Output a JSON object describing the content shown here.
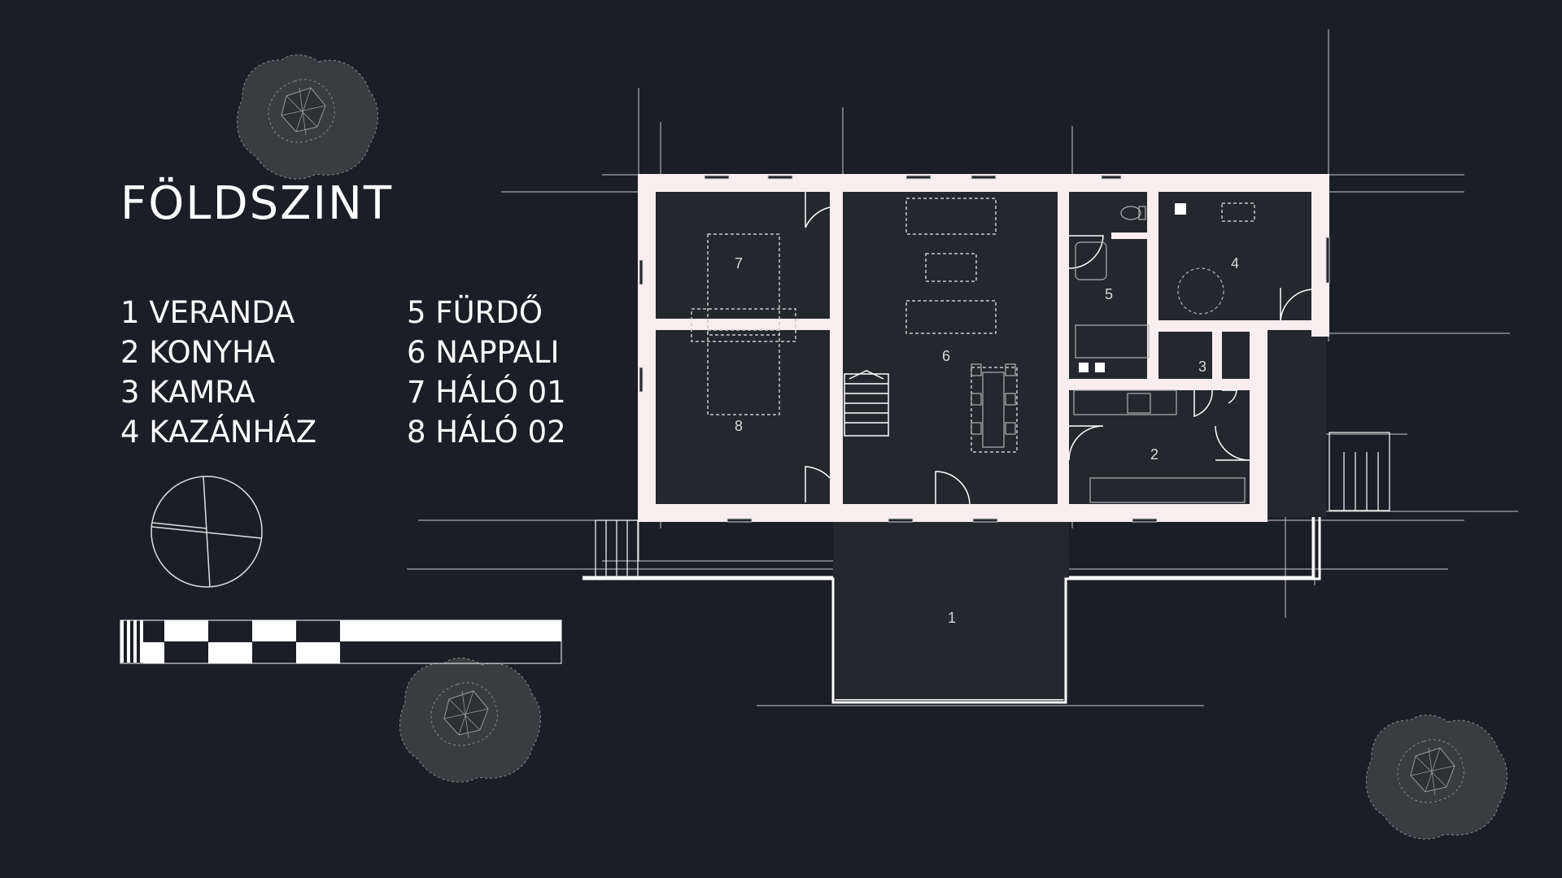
{
  "title": "FÖLDSZINT",
  "legend": {
    "column1": [
      "1 VERANDA",
      "2 KONYHA",
      "3 KAMRA",
      "4 KAZÁNHÁZ"
    ],
    "column2": [
      "5 FÜRDŐ",
      "6 NAPPALI",
      "7 HÁLÓ 01",
      "8 HÁLÓ 02"
    ]
  },
  "room_labels": {
    "r1": "1",
    "r2": "2",
    "r3": "3",
    "r4": "4",
    "r5": "5",
    "r6": "6",
    "r7": "7",
    "r8": "8"
  },
  "colors": {
    "background": "#1b1e24",
    "floor": "#24272c",
    "wall": "#f8eef0",
    "line": "#ffffff",
    "tree": "#3a3c40"
  },
  "icons": [
    "tree-icon",
    "compass-icon",
    "scale-bar-icon",
    "stair-icon",
    "door-icon"
  ]
}
